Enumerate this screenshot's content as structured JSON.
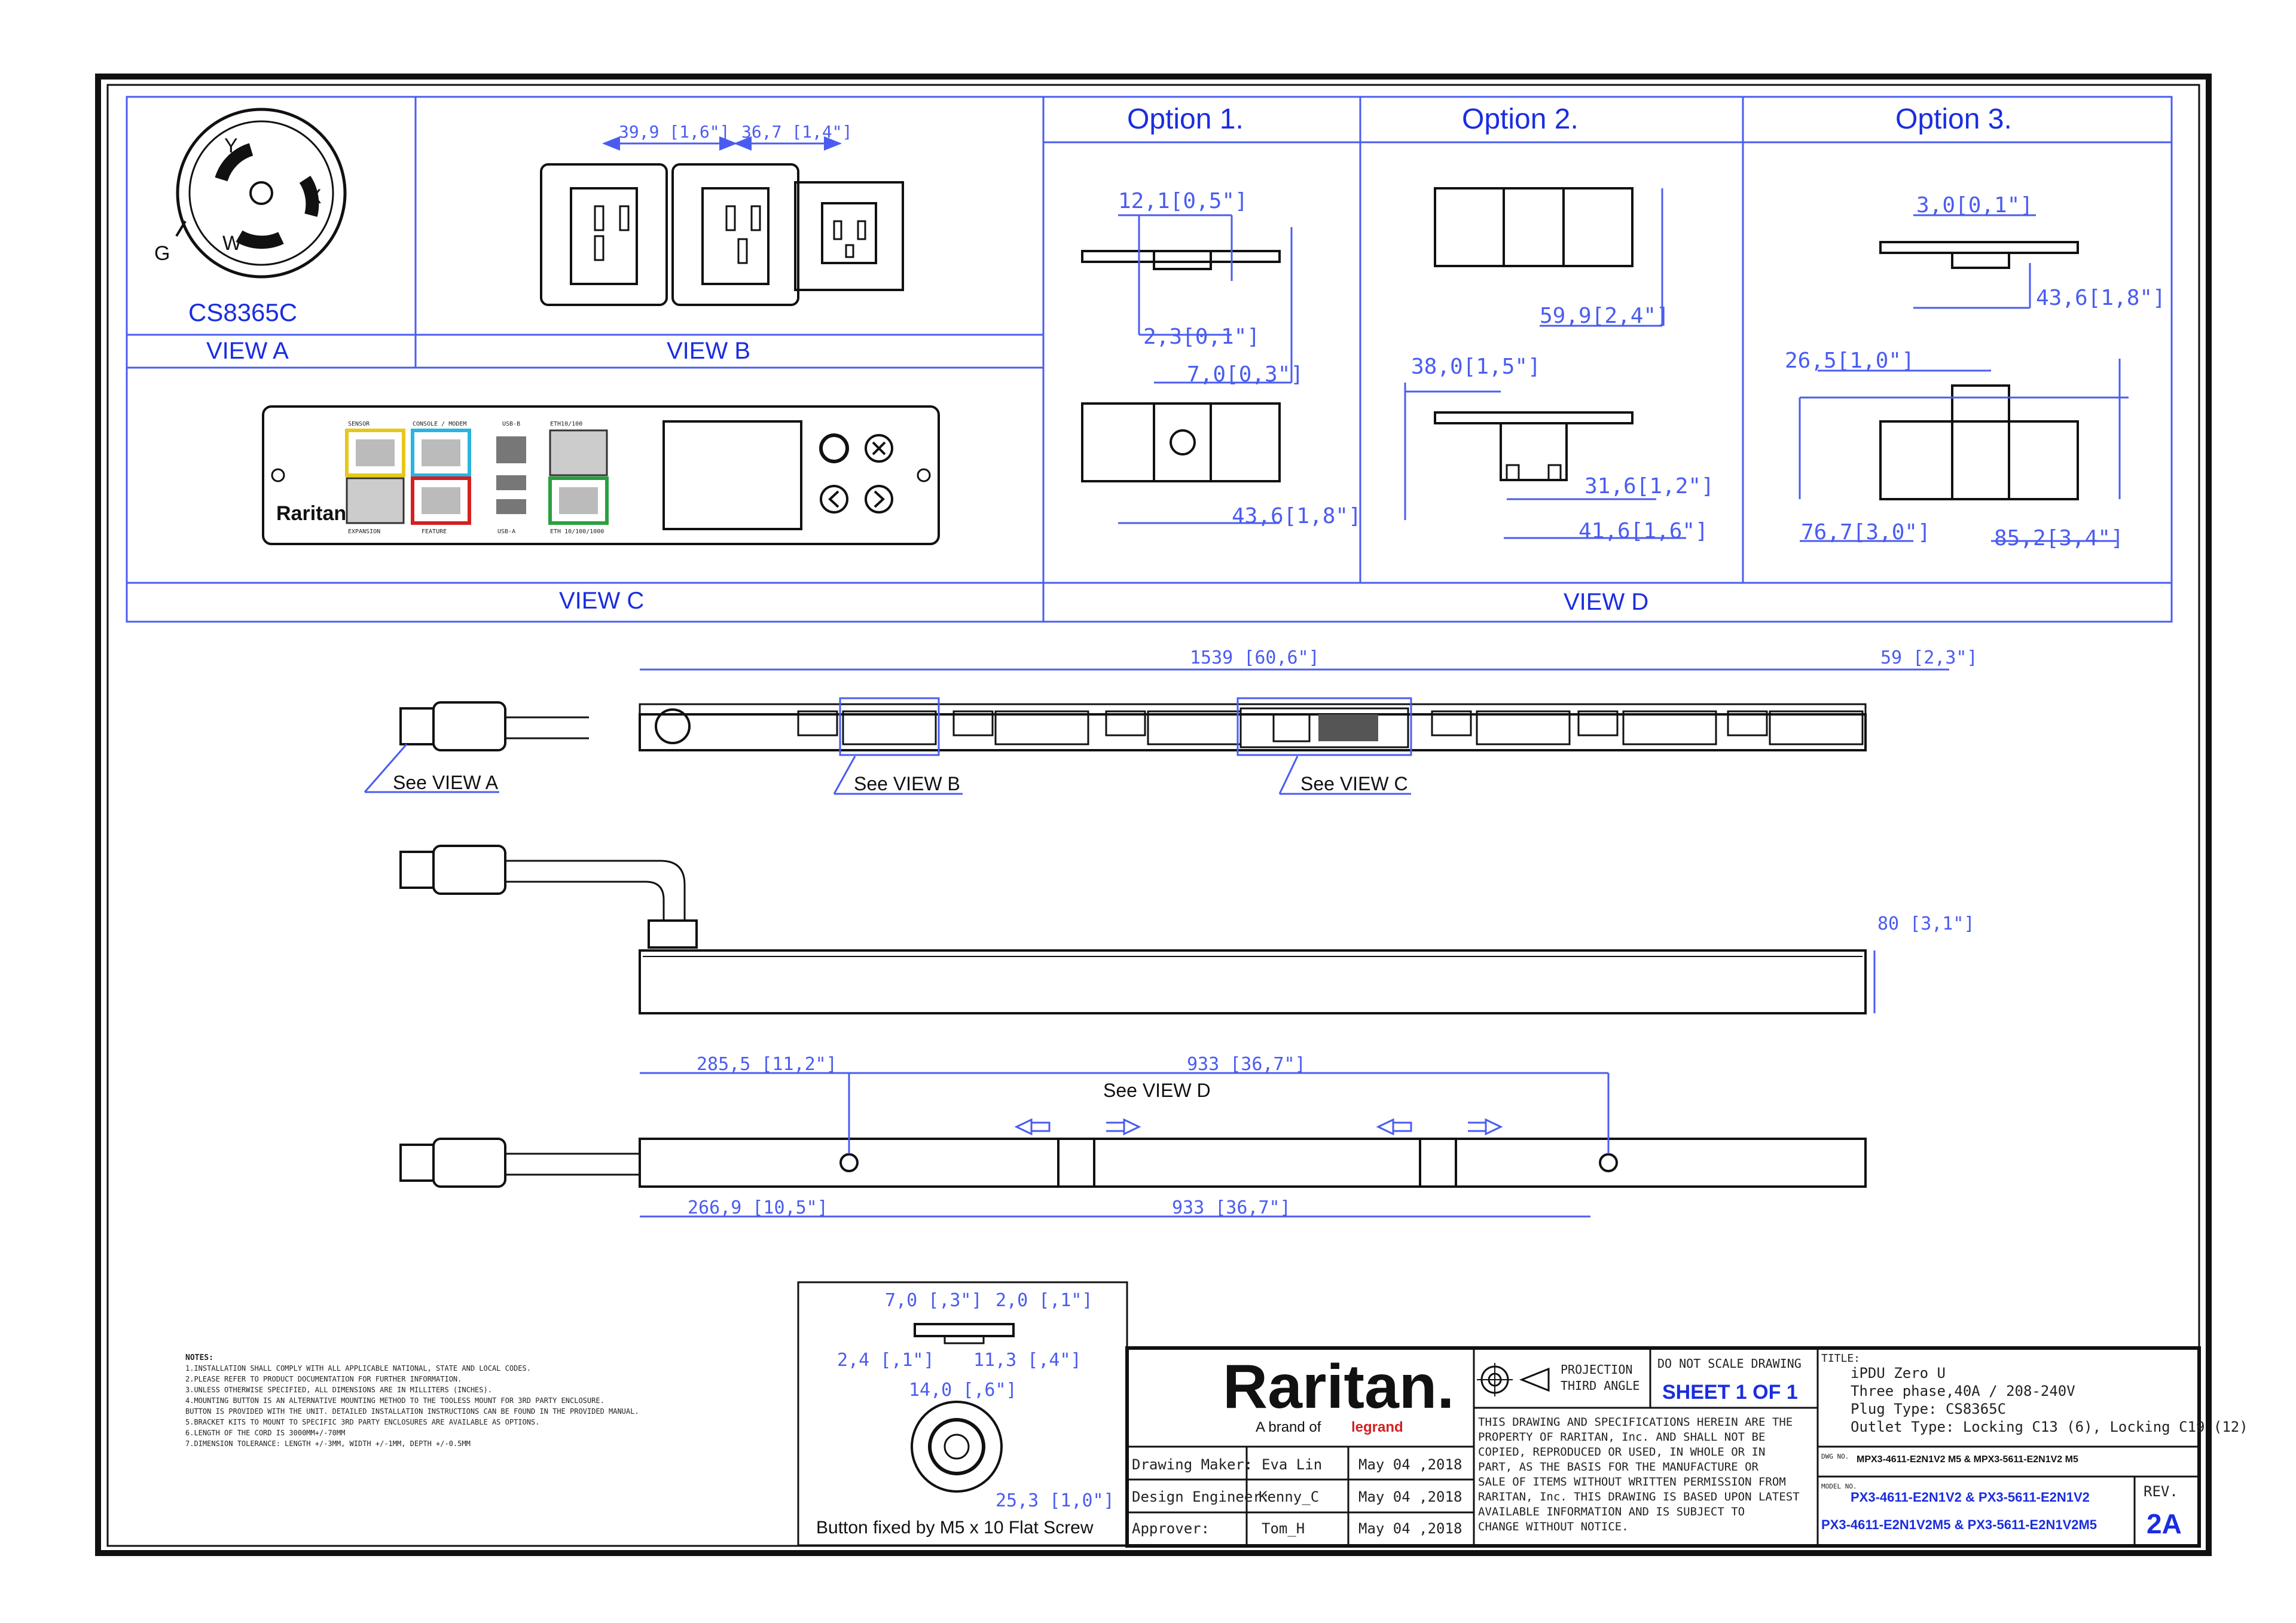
{
  "views": {
    "a_label": "VIEW A",
    "a_connector": "CS8365C",
    "a_pins": {
      "y": "Y",
      "x": "X",
      "w": "W",
      "g": "G"
    },
    "b_label": "VIEW B",
    "c_label": "VIEW C",
    "d_label": "VIEW D"
  },
  "view_b_dims": {
    "d1": "39,9 [1,6\"]",
    "d2": "36,7 [1,4\"]"
  },
  "options": {
    "opt1": {
      "title": "Option 1.",
      "dims": [
        "12,1[0,5\"]",
        "2,3[0,1\"]",
        "7,0[0,3\"]",
        "43,6[1,8\"]"
      ]
    },
    "opt2": {
      "title": "Option  2.",
      "dims": [
        "59,9[2,4\"]",
        "38,0[1,5\"]",
        "31,6[1,2\"]",
        "41,6[1,6\"]"
      ]
    },
    "opt3": {
      "title": "Option 3.",
      "dims": [
        "3,0[0,1\"]",
        "43,6[1,8\"]",
        "26,5[1,0\"]",
        "76,7[3,0\"]",
        "85,2[3,4\"]"
      ]
    }
  },
  "controller": {
    "brand": "Raritan",
    "port_labels": [
      "SENSOR",
      "CONSOLE / MODEM",
      "USB-B",
      "ETH10/100",
      "EXPANSION",
      "FEATURE",
      "USB-A",
      "ETH 10/100/1000"
    ]
  },
  "pdu_front": {
    "overall": "1539 [60,6\"]",
    "depth": "59 [2,3\"]",
    "see_a": "See VIEW A",
    "see_b": "See VIEW B",
    "see_c": "See VIEW C"
  },
  "pdu_side": {
    "height": "80 [3,1\"]"
  },
  "pdu_back": {
    "d1": "285,5 [11,2\"]",
    "d2": "933 [36,7\"]",
    "d3": "266,9 [10,5\"]",
    "d4": "933 [36,7\"]",
    "see_d": "See VIEW D"
  },
  "button_detail": {
    "dims": [
      "7,0 [,3\"]",
      "2,0 [,1\"]",
      "2,4 [,1\"]",
      "11,3 [,4\"]",
      "14,0 [,6\"]",
      "25,3 [1,0\"]"
    ],
    "caption": "Button fixed by M5 x 10 Flat Screw"
  },
  "notes": {
    "title": "NOTES:",
    "lines": [
      "1.INSTALLATION SHALL COMPLY WITH ALL APPLICABLE NATIONAL, STATE AND LOCAL CODES.",
      "2.PLEASE REFER TO PRODUCT DOCUMENTATION FOR FURTHER INFORMATION.",
      "3.UNLESS OTHERWISE SPECIFIED, ALL DIMENSIONS ARE IN MILLITERS (INCHES).",
      "4.MOUNTING BUTTON IS AN ALTERNATIVE MOUNTING METHOD TO THE TOOLESS MOUNT FOR 3RD PARTY ENCLOSURE.",
      "  BUTTON IS PROVIDED WITH THE UNIT. DETAILED INSTALLATION INSTRUCTIONS CAN BE FOUND IN THE PROVIDED MANUAL.",
      "5.BRACKET KITS TO MOUNT TO SPECIFIC 3RD PARTY ENCLOSURES ARE AVAILABLE AS OPTIONS.",
      "6.LENGTH OF THE CORD IS 3000MM+/-70MM",
      "7.DIMENSION TOLERANCE: LENGTH +/-3MM, WIDTH +/-1MM, DEPTH +/-0.5MM"
    ]
  },
  "title_block": {
    "logo": "Raritan.",
    "tagline": "A brand of",
    "tagline_brand": "legrand",
    "maker_label": "Drawing Maker:",
    "maker": "Eva Lin",
    "maker_date": "May 04 ,2018",
    "engineer_label": "Design Engineer:",
    "engineer": "Kenny_C",
    "engineer_date": "May 04 ,2018",
    "approver_label": "Approver:",
    "approver": "Tom_H",
    "approver_date": "May 04 ,2018",
    "projection": "PROJECTION",
    "projection_angle": "THIRD ANGLE",
    "no_scale": "DO NOT SCALE DRAWING",
    "sheet": "SHEET 1 OF 1",
    "disclaimer": [
      "THIS DRAWING AND SPECIFICATIONS HEREIN ARE THE",
      "PROPERTY OF RARITAN, Inc. AND SHALL NOT BE",
      "COPIED, REPRODUCED OR USED, IN WHOLE OR IN",
      "PART, AS THE BASIS FOR THE MANUFACTURE OR",
      "SALE OF ITEMS WITHOUT WRITTEN PERMISSION FROM",
      "RARITAN, Inc. THIS DRAWING IS BASED UPON LATEST",
      "AVAILABLE INFORMATION AND IS SUBJECT TO",
      "CHANGE WITHOUT NOTICE."
    ],
    "title_label": "TITLE:",
    "title_lines": [
      "iPDU Zero U",
      "Three phase,40A / 208-240V",
      "Plug Type: CS8365C",
      "Outlet Type: Locking C13 (6), Locking C19 (12)"
    ],
    "dwg_label": "DWG NO.",
    "dwg_no": "MPX3-4611-E2N1V2 M5 & MPX3-5611-E2N1V2 M5",
    "model_label": "MODEL NO.",
    "model_1": "PX3-4611-E2N1V2 & PX3-5611-E2N1V2",
    "model_2": "PX3-4611-E2N1V2M5 & PX3-5611-E2N1V2M5",
    "rev_label": "REV.",
    "rev": "2A"
  }
}
